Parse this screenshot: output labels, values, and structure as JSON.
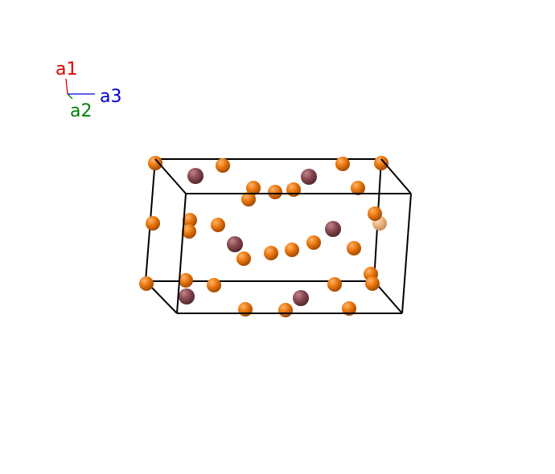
{
  "axes": {
    "a1": {
      "label": "a1",
      "color": "#e00000"
    },
    "a2": {
      "label": "a2",
      "color": "#008000"
    },
    "a3": {
      "label": "a3",
      "color": "#0000d0"
    }
  },
  "colors": {
    "cell_edge": "#000000",
    "atom_orange": "#e8700a",
    "atom_maroon": "#8a4a52",
    "atom_peach": "#e8b07a"
  }
}
